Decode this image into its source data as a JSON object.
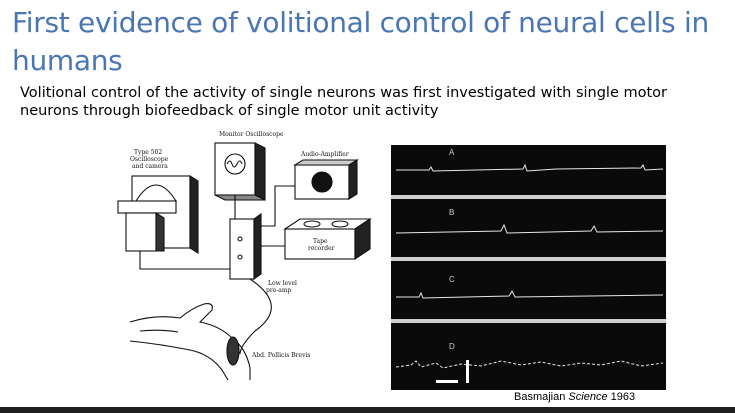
{
  "slide": {
    "title": "First evidence of volitional control of neural cells in humans",
    "subtitle": "Volitional control of the activity of single neurons was first investigated with single motor neurons through biofeedback of single motor unit activity",
    "credit_author": "Basmajian",
    "credit_journal": "Science",
    "credit_year": "1963"
  },
  "diagram": {
    "labels": {
      "monitor": "Monitor Oscilloscope",
      "type502_line1": "Type 502",
      "type502_line2": "Oscilloscope",
      "type502_line3": "and camera",
      "audio": "Audio-Amplifier",
      "tape_line1": "Tape",
      "tape_line2": "recorder",
      "preamp_line1": "Low level",
      "preamp_line2": "pre-amp",
      "muscle": "Abd. Pollicis Brevis"
    }
  },
  "traces": {
    "labels": [
      "A",
      "B",
      "C",
      "D"
    ]
  },
  "colors": {
    "title": "#4a76b4",
    "trace_bg": "#0a0a0a",
    "trace_line": "#e8e8e8"
  }
}
